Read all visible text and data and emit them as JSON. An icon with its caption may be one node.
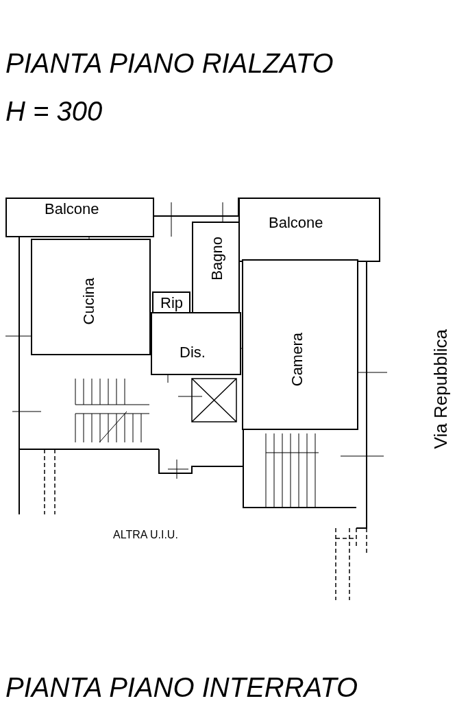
{
  "diagram": {
    "title": "PIANTA PIANO RIALZATO",
    "nodes": [
      {
        "text": [
          "Balcone"
        ]
      },
      {
        "text": [
          "Cucina"
        ]
      },
      {
        "text": [
          "Bagno"
        ]
      },
      {
        "text": [
          "Rip"
        ]
      },
      {
        "text": [
          "Dis."
        ]
      },
      {
        "text": [
          "Balcone"
        ]
      },
      {
        "text": [
          "Camera"
        ]
      }
    ],
    "labels": [
      "H = 300",
      "Via Repubblica",
      "ALTRA U.I.U.",
      "PIANTA PIANO INTERRATO"
    ]
  }
}
